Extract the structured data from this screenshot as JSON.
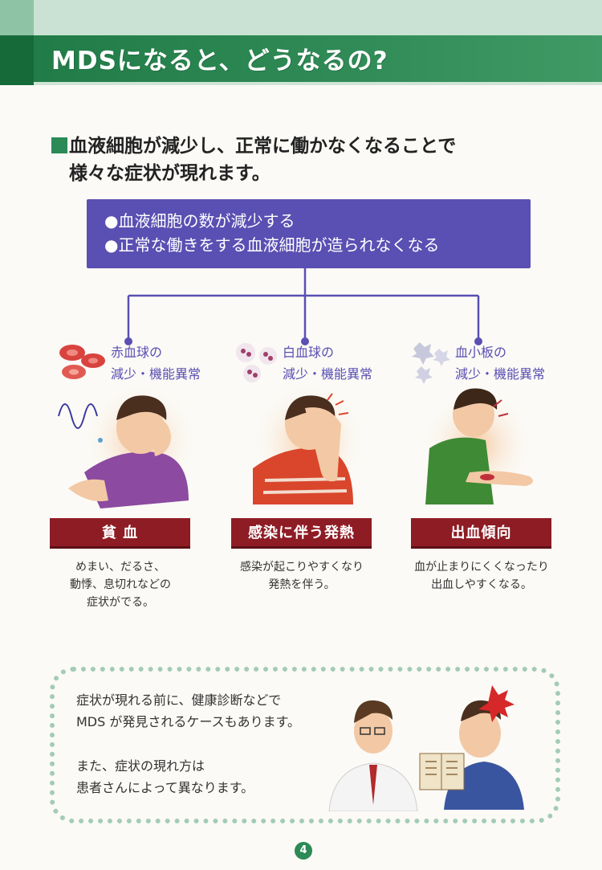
{
  "page": {
    "title": "MDSになると、どうなるの?",
    "page_number": "4"
  },
  "section": {
    "heading_line1": "血液細胞が減少し、正常に働かなくなることで",
    "heading_line2": "様々な症状が現れます。"
  },
  "summary_box": {
    "line1": "●血液細胞の数が減少する",
    "line2": "●正常な働きをする血液細胞が造られなくなる"
  },
  "columns": [
    {
      "cell_line1": "赤血球の",
      "cell_line2": "減少・機能異常",
      "symptom": "貧 血",
      "desc_line1": "めまい、だるさ、",
      "desc_line2": "動悸、息切れなどの",
      "desc_line3": "症状がでる。"
    },
    {
      "cell_line1": "白血球の",
      "cell_line2": "減少・機能異常",
      "symptom": "感染に伴う発熱",
      "desc_line1": "感染が起こりやすくなり",
      "desc_line2": "発熱を伴う。"
    },
    {
      "cell_line1": "血小板の",
      "cell_line2": "減少・機能異常",
      "symptom": "出血傾向",
      "desc_line1": "血が止まりにくくなったり",
      "desc_line2": "出血しやすくなる。"
    }
  ],
  "note": {
    "line1": "症状が現れる前に、健康診断などで",
    "line2": "MDS が発見されるケースもあります。",
    "line3": "また、症状の現れ方は",
    "line4": "患者さんによって異なります。"
  },
  "colors": {
    "title_green": "#1f7a45",
    "box_purple": "#5a4fb2",
    "banner_red": "#8e1c24"
  }
}
